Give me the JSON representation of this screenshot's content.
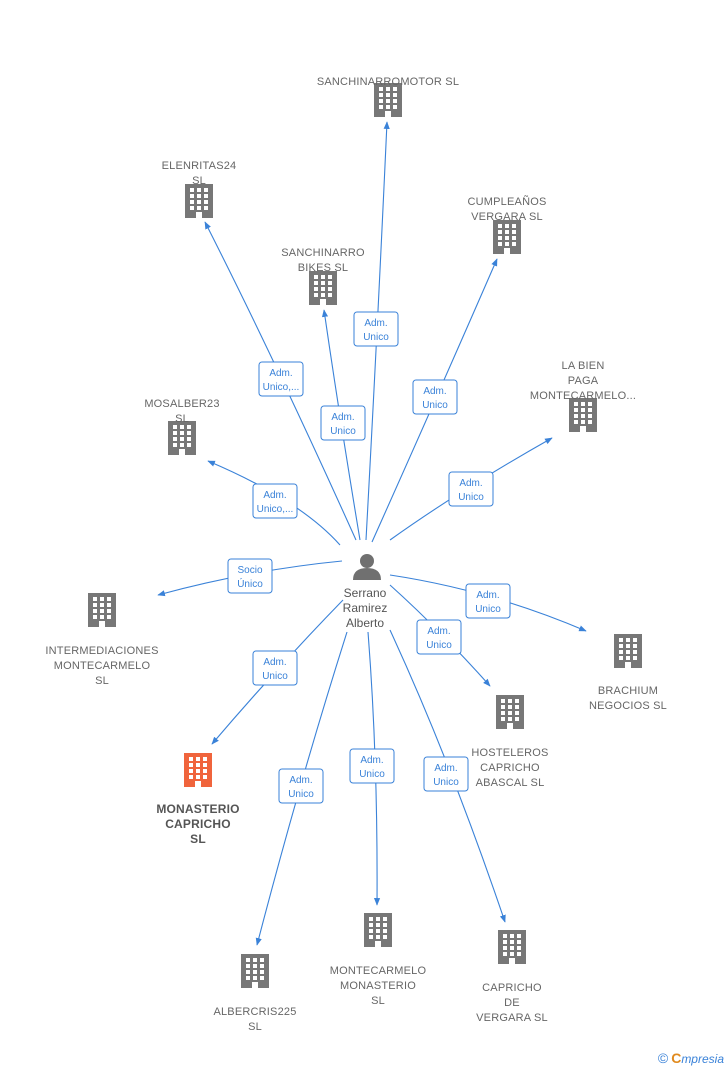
{
  "colors": {
    "edge": "#3a82d8",
    "building": "#777777",
    "highlight_building": "#f0643c",
    "person": "#707070"
  },
  "person": {
    "name_lines": [
      "Serrano",
      "Ramirez",
      "Alberto"
    ],
    "icon": "person-icon"
  },
  "companies": [
    {
      "id": "sanchinarromotor",
      "lines": [
        "SANCHINARROMOTOR SL"
      ],
      "icon": "building-icon",
      "highlight": false
    },
    {
      "id": "elenritas24",
      "lines": [
        "ELENRITAS24",
        "SL"
      ],
      "icon": "building-icon",
      "highlight": false
    },
    {
      "id": "cumpleanos-vergara",
      "lines": [
        "CUMPLEAÑOS",
        "VERGARA  SL"
      ],
      "icon": "building-icon",
      "highlight": false
    },
    {
      "id": "sanchinarro-bikes",
      "lines": [
        "SANCHINARRO",
        "BIKES  SL"
      ],
      "icon": "building-icon",
      "highlight": false
    },
    {
      "id": "la-bien-paga",
      "lines": [
        "LA BIEN",
        "PAGA",
        "MONTECARMELO..."
      ],
      "icon": "building-icon",
      "highlight": false
    },
    {
      "id": "mosalber23",
      "lines": [
        "MOSALBER23",
        "SL"
      ],
      "icon": "building-icon",
      "highlight": false
    },
    {
      "id": "intermediaciones",
      "lines": [
        "INTERMEDIACIONES",
        "MONTECARMELO",
        "SL"
      ],
      "icon": "building-icon",
      "highlight": false
    },
    {
      "id": "brachium",
      "lines": [
        "BRACHIUM",
        "NEGOCIOS  SL"
      ],
      "icon": "building-icon",
      "highlight": false
    },
    {
      "id": "hosteleros",
      "lines": [
        "HOSTELEROS",
        "CAPRICHO",
        "ABASCAL  SL"
      ],
      "icon": "building-icon",
      "highlight": false
    },
    {
      "id": "monasterio-capricho",
      "lines": [
        "MONASTERIO",
        "CAPRICHO",
        "SL"
      ],
      "icon": "building-icon",
      "highlight": true
    },
    {
      "id": "albercris225",
      "lines": [
        "ALBERCRIS225",
        "SL"
      ],
      "icon": "building-icon",
      "highlight": false
    },
    {
      "id": "montecarmelo-monasterio",
      "lines": [
        "MONTECARMELO",
        "MONASTERIO",
        "SL"
      ],
      "icon": "building-icon",
      "highlight": false
    },
    {
      "id": "capricho-de-vergara",
      "lines": [
        "CAPRICHO",
        "DE",
        "VERGARA  SL"
      ],
      "icon": "building-icon",
      "highlight": false
    }
  ],
  "edges": [
    {
      "target": "sanchinarromotor",
      "lines": [
        "Adm.",
        "Unico"
      ]
    },
    {
      "target": "elenritas24",
      "lines": [
        "Adm.",
        "Unico,..."
      ]
    },
    {
      "target": "cumpleanos-vergara",
      "lines": [
        "Adm.",
        "Unico"
      ]
    },
    {
      "target": "sanchinarro-bikes",
      "lines": [
        "Adm.",
        "Unico"
      ]
    },
    {
      "target": "la-bien-paga",
      "lines": [
        "Adm.",
        "Unico"
      ]
    },
    {
      "target": "mosalber23",
      "lines": [
        "Adm.",
        "Unico,..."
      ]
    },
    {
      "target": "intermediaciones",
      "lines": [
        "Socio",
        "Único"
      ]
    },
    {
      "target": "brachium",
      "lines": [
        "Adm.",
        "Unico"
      ]
    },
    {
      "target": "hosteleros",
      "lines": [
        "Adm.",
        "Unico"
      ]
    },
    {
      "target": "monasterio-capricho",
      "lines": [
        "Adm.",
        "Unico"
      ]
    },
    {
      "target": "albercris225",
      "lines": [
        "Adm.",
        "Unico"
      ]
    },
    {
      "target": "montecarmelo-monasterio",
      "lines": [
        "Adm.",
        "Unico"
      ]
    },
    {
      "target": "capricho-de-vergara",
      "lines": [
        "Adm.",
        "Unico"
      ]
    }
  ],
  "footer": {
    "copyright_symbol": "©",
    "brand_initial": "C",
    "brand_rest": "mpresia"
  }
}
